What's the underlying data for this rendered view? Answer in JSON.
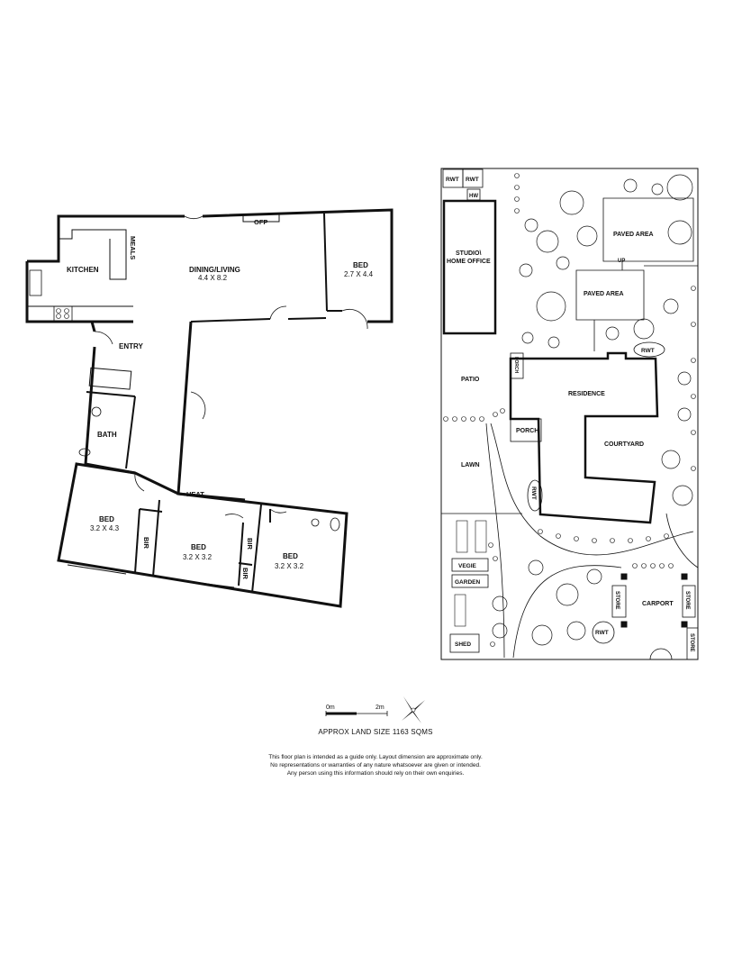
{
  "floor_plan": {
    "rooms": {
      "kitchen": "KITCHEN",
      "meals": "MEALS",
      "dining_living": "DINING/LIVING",
      "dining_living_dim": "4.4 X 8.2",
      "ofp": "OFP",
      "bed_main": "BED",
      "bed_main_dim": "2.7 X 4.4",
      "entry": "ENTRY",
      "bath": "BATH",
      "bed_2": "BED",
      "bed_2_dim": "3.2 X 4.3",
      "bir_1": "BIR",
      "bed_3": "BED",
      "bed_3_dim": "3.2 X 3.2",
      "bir_2": "BIR",
      "bir_3": "BIR",
      "bed_4": "BED",
      "bed_4_dim": "3.2 X 3.2",
      "heat": "HEAT"
    }
  },
  "site_plan": {
    "labels": {
      "rwt_1": "RWT",
      "rwt_2": "RWT",
      "hw": "HW",
      "studio_line1": "STUDIO\\",
      "studio_line2": "HOME OFFICE",
      "paved_area_1": "PAVED AREA",
      "up": "UP",
      "paved_area_2": "PAVED AREA",
      "rwt_3": "RWT",
      "patio": "PATIO",
      "porch_small": "PORCH",
      "residence": "RESIDENCE",
      "porch": "PORCH",
      "courtyard": "COURTYARD",
      "lawn": "LAWN",
      "rwt_4": "RWT",
      "vegie": "VEGIE",
      "garden": "GARDEN",
      "shed": "SHED",
      "store_1": "STORE",
      "rwt_5": "RWT",
      "carport": "CARPORT",
      "store_2": "STORE",
      "store_3": "STORE"
    }
  },
  "scale": {
    "start": "0m",
    "end": "2m"
  },
  "land_size": "APPROX LAND SIZE 1163 SQMS",
  "disclaimer": [
    "This floor plan is intended as a guide only. Layout dimension are approximate only.",
    "No representations or warranties of any nature whatsoever are given or intended.",
    "Any person using this information should rely on their own enquiries."
  ]
}
